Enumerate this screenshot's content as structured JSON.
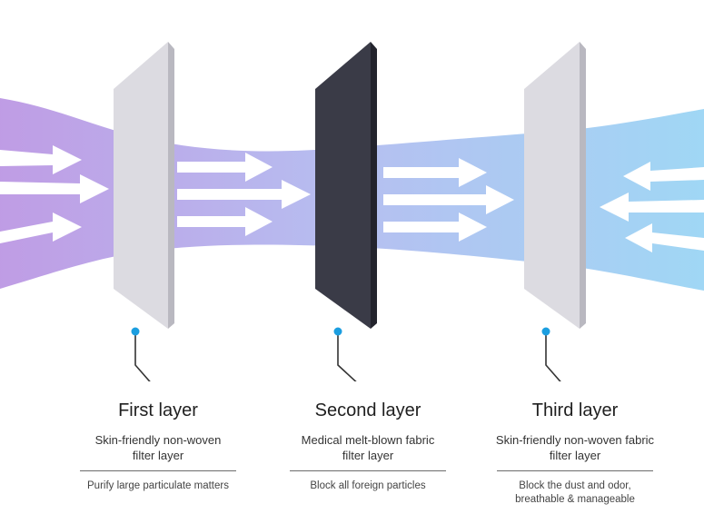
{
  "colors": {
    "flow_left": "#b48be0",
    "flow_mid": "#a9b4ee",
    "flow_right": "#8fd0f3",
    "panel_light": "#dcdbe1",
    "panel_light_side": "#b9b8c0",
    "panel_dark": "#3a3b47",
    "panel_dark_side": "#23242d",
    "dot": "#1b9ee0",
    "leader": "#333333"
  },
  "layers": [
    {
      "title": "First layer",
      "desc": [
        "Skin-friendly non-woven",
        "filter layer"
      ],
      "func": [
        "Purify large particulate matters"
      ]
    },
    {
      "title": "Second layer",
      "desc": [
        "Medical melt-blown fabric",
        "filter layer"
      ],
      "func": [
        "Block all foreign particles"
      ]
    },
    {
      "title": "Third layer",
      "desc": [
        "Skin-friendly non-woven fabric",
        "filter layer"
      ],
      "func": [
        "Block the dust and odor,",
        "breathable & manageable"
      ]
    }
  ]
}
